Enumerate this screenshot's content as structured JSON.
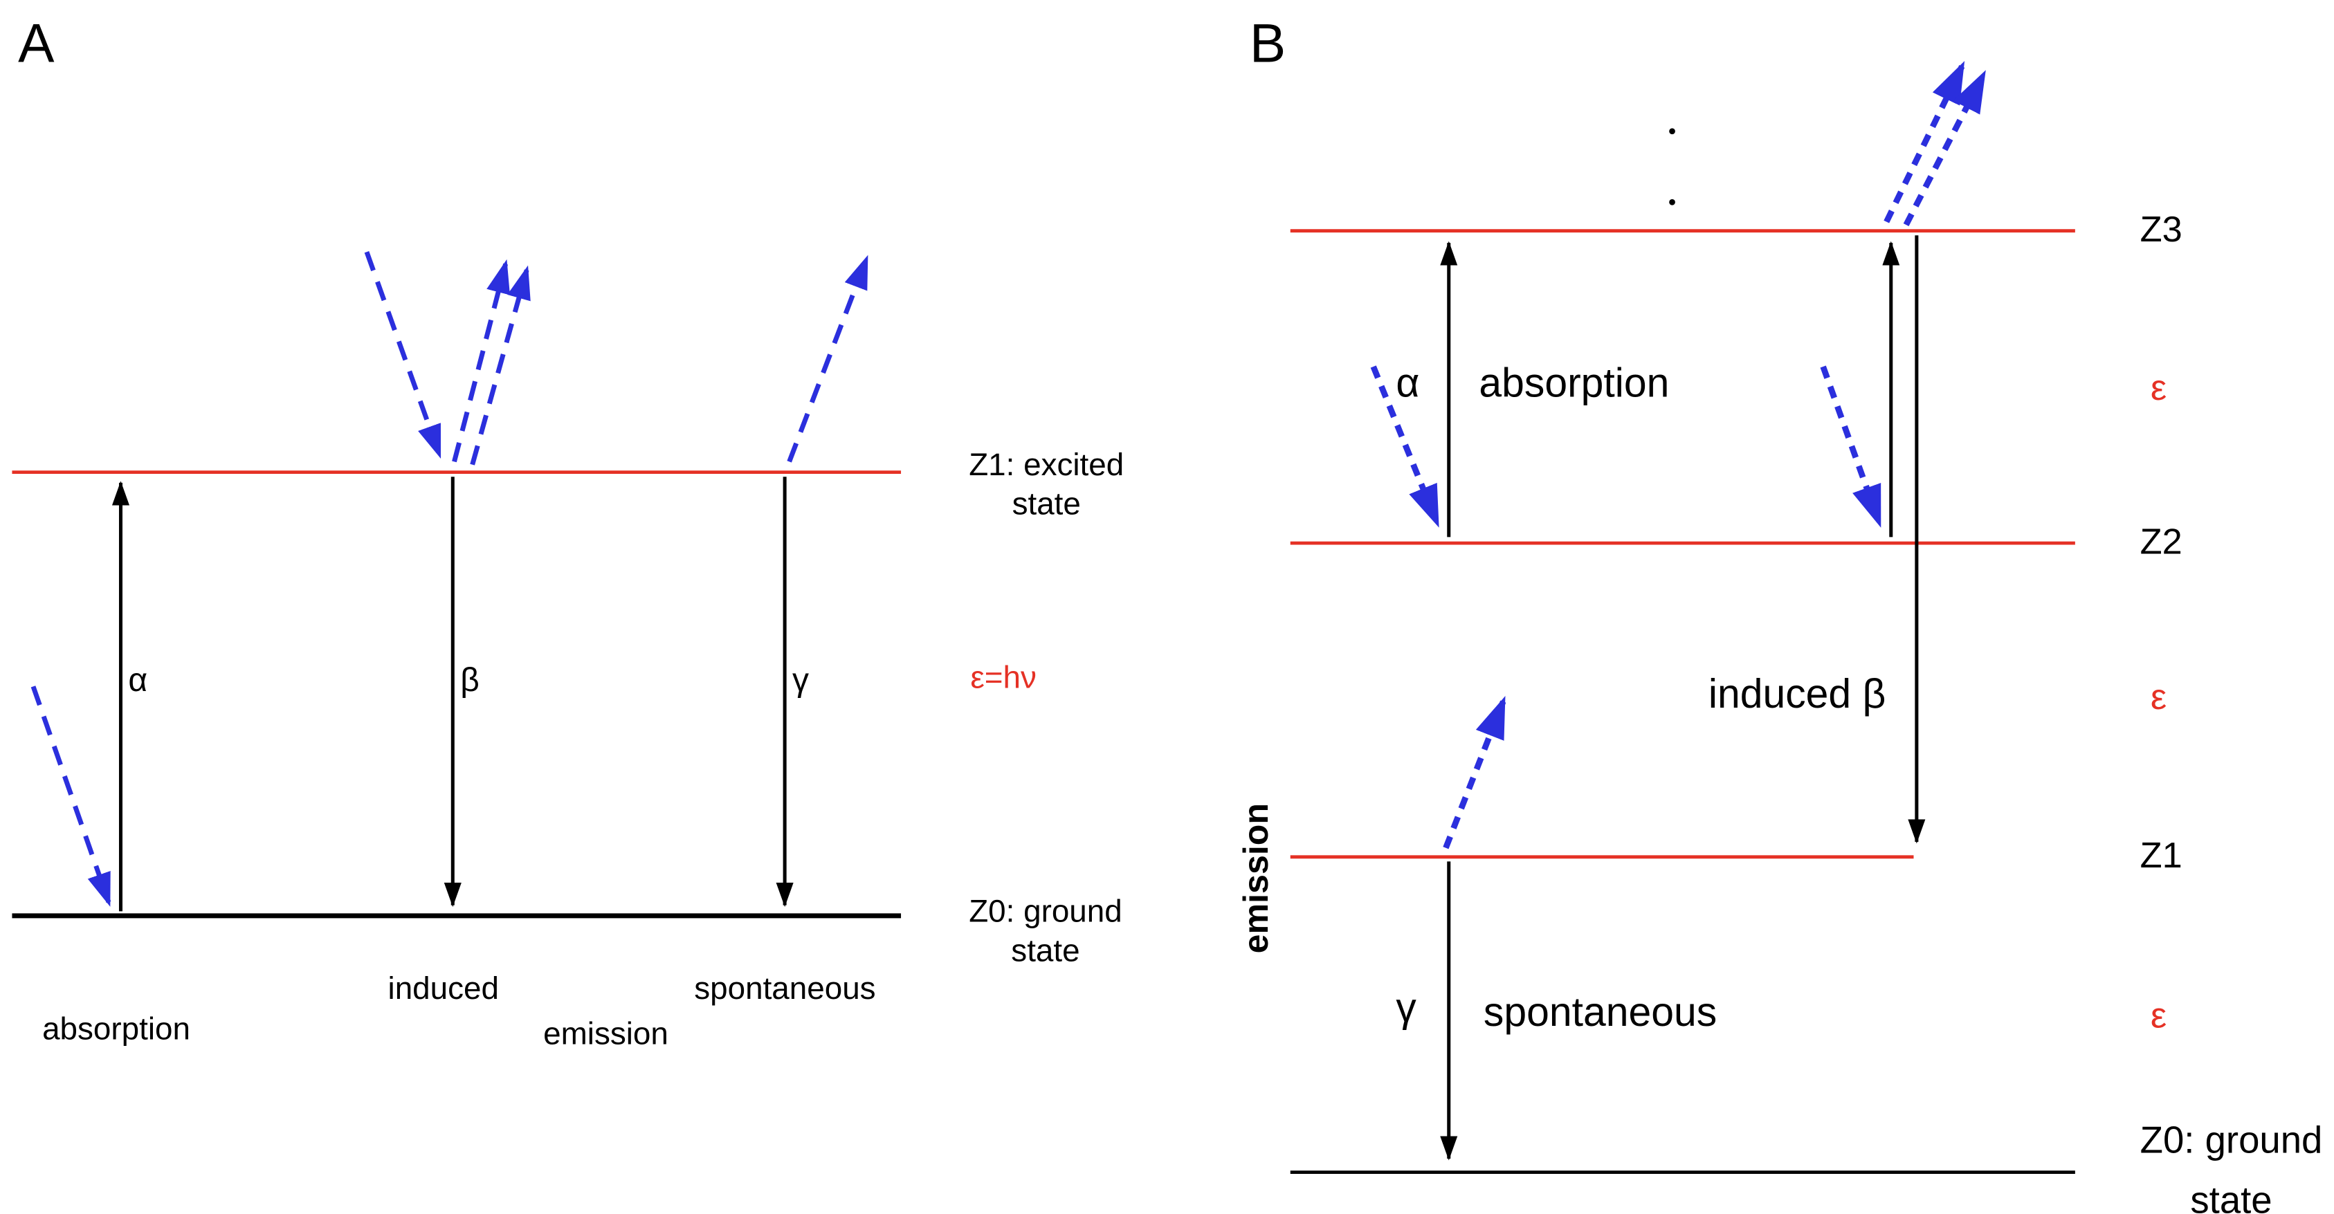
{
  "colors": {
    "level-red": "#e53125",
    "photon-blue": "#2b2fdd",
    "ink": "#000000"
  },
  "panel_a": {
    "label": "A",
    "arrows": {
      "alpha": "α",
      "beta": "β",
      "gamma": "γ"
    },
    "levels": {
      "excited_line1": "Z1: excited",
      "excited_line2": "state",
      "photon_energy": "ε=hν",
      "ground_line1": "Z0: ground",
      "ground_line2": "state"
    },
    "captions": {
      "absorption": "absorption",
      "induced": "induced",
      "spontaneous": "spontaneous",
      "emission": "emission"
    }
  },
  "panel_b": {
    "label": "B",
    "axis": "emission",
    "alpha": "α",
    "absorption": "absorption",
    "induced_beta": "induced β",
    "gamma": "γ",
    "spontaneous": "spontaneous",
    "epsilon_top": "ε",
    "epsilon_mid": "ε",
    "epsilon_bottom": "ε",
    "levels": {
      "z3": "Z3",
      "z2": "Z2",
      "z1": "Z1",
      "ground_line1": "Z0: ground",
      "ground_line2": "state"
    }
  }
}
